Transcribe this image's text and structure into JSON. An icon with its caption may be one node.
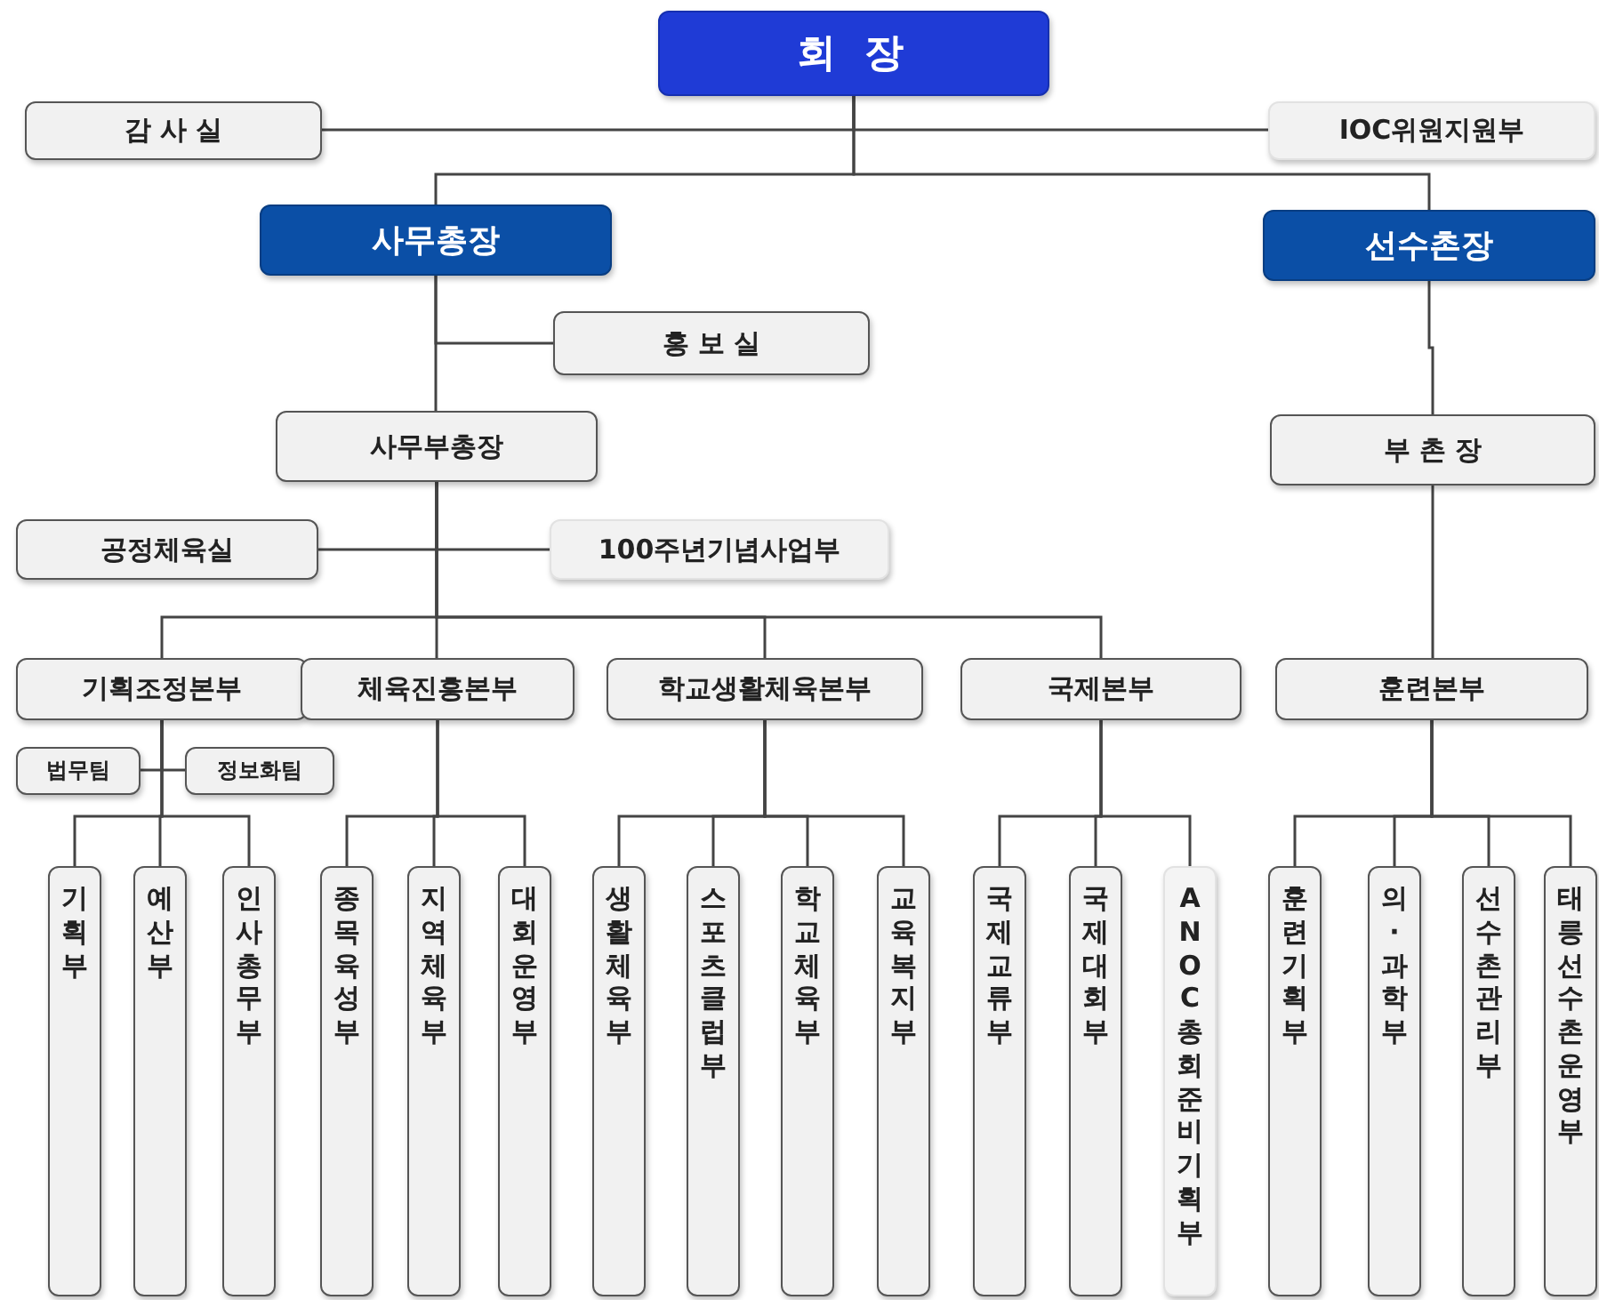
{
  "diagram": {
    "nodes": [
      {
        "text": [
          "회 장"
        ]
      },
      {
        "text": [
          "감 사 실"
        ]
      },
      {
        "text": [
          "IOC위원지원부"
        ]
      },
      {
        "text": [
          "사무총장"
        ]
      },
      {
        "text": [
          "선수촌장"
        ]
      },
      {
        "text": [
          "홍 보 실"
        ]
      },
      {
        "text": [
          "사무부총장"
        ]
      },
      {
        "text": [
          "부 촌 장"
        ]
      },
      {
        "text": [
          "공정체육실"
        ]
      },
      {
        "text": [
          "100주년기념사업부"
        ]
      },
      {
        "text": [
          "기획조정본부"
        ]
      },
      {
        "text": [
          "체육진흥본부"
        ]
      },
      {
        "text": [
          "학교생활체육본부"
        ]
      },
      {
        "text": [
          "국제본부"
        ]
      },
      {
        "text": [
          "훈련본부"
        ]
      },
      {
        "text": [
          "법무팀"
        ]
      },
      {
        "text": [
          "정보화팀"
        ]
      },
      {
        "text": [
          "기획부"
        ]
      },
      {
        "text": [
          "예산부"
        ]
      },
      {
        "text": [
          "인사총무부"
        ]
      },
      {
        "text": [
          "종목육성부"
        ]
      },
      {
        "text": [
          "지역체육부"
        ]
      },
      {
        "text": [
          "대회운영부"
        ]
      },
      {
        "text": [
          "생활체육부"
        ]
      },
      {
        "text": [
          "스포츠클럽부"
        ]
      },
      {
        "text": [
          "학교체육부"
        ]
      },
      {
        "text": [
          "교육복지부"
        ]
      },
      {
        "text": [
          "국제교류부"
        ]
      },
      {
        "text": [
          "국제대회부"
        ]
      },
      {
        "text": [
          "ANOC총회준비기획부"
        ]
      },
      {
        "text": [
          "훈련기획부"
        ]
      },
      {
        "text": [
          "의·과학부"
        ]
      },
      {
        "text": [
          "선수촌관리부"
        ]
      },
      {
        "text": [
          "태릉선수촌운영부"
        ]
      }
    ],
    "edges": [
      {
        "from": 0,
        "to": 1,
        "arrow": "none"
      },
      {
        "from": 0,
        "to": 2,
        "arrow": "none"
      },
      {
        "from": 0,
        "to": 3,
        "arrow": "none"
      },
      {
        "from": 0,
        "to": 4,
        "arrow": "none"
      },
      {
        "from": 3,
        "to": 5,
        "arrow": "none"
      },
      {
        "from": 3,
        "to": 6,
        "arrow": "none"
      },
      {
        "from": 6,
        "to": 8,
        "arrow": "none"
      },
      {
        "from": 6,
        "to": 9,
        "arrow": "none"
      },
      {
        "from": 6,
        "to": 10,
        "arrow": "none"
      },
      {
        "from": 6,
        "to": 11,
        "arrow": "none"
      },
      {
        "from": 6,
        "to": 12,
        "arrow": "none"
      },
      {
        "from": 6,
        "to": 13,
        "arrow": "none"
      },
      {
        "from": 4,
        "to": 7,
        "arrow": "none"
      },
      {
        "from": 7,
        "to": 14,
        "arrow": "none"
      },
      {
        "from": 10,
        "to": 15,
        "arrow": "none"
      },
      {
        "from": 10,
        "to": 16,
        "arrow": "none"
      },
      {
        "from": 10,
        "to": 17,
        "arrow": "none"
      },
      {
        "from": 10,
        "to": 18,
        "arrow": "none"
      },
      {
        "from": 10,
        "to": 19,
        "arrow": "none"
      },
      {
        "from": 11,
        "to": 20,
        "arrow": "none"
      },
      {
        "from": 11,
        "to": 21,
        "arrow": "none"
      },
      {
        "from": 11,
        "to": 22,
        "arrow": "none"
      },
      {
        "from": 12,
        "to": 23,
        "arrow": "none"
      },
      {
        "from": 12,
        "to": 24,
        "arrow": "none"
      },
      {
        "from": 12,
        "to": 25,
        "arrow": "none"
      },
      {
        "from": 12,
        "to": 26,
        "arrow": "none"
      },
      {
        "from": 13,
        "to": 27,
        "arrow": "none"
      },
      {
        "from": 13,
        "to": 28,
        "arrow": "none"
      },
      {
        "from": 13,
        "to": 29,
        "arrow": "none"
      },
      {
        "from": 14,
        "to": 30,
        "arrow": "none"
      },
      {
        "from": 14,
        "to": 31,
        "arrow": "none"
      },
      {
        "from": 14,
        "to": 32,
        "arrow": "none"
      },
      {
        "from": 14,
        "to": 33,
        "arrow": "none"
      }
    ]
  }
}
